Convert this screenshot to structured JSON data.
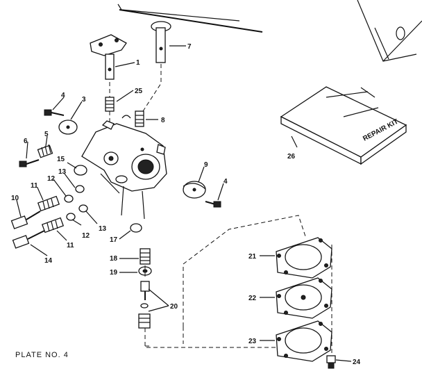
{
  "plate_label": "PLATE NO. 4",
  "kit_label": "REPAIR KIT",
  "callouts": {
    "c1": "1",
    "c3": "3",
    "c4a": "4",
    "c4b": "4",
    "c5": "5",
    "c6": "6",
    "c7": "7",
    "c8": "8",
    "c9": "9",
    "c10": "10",
    "c11a": "11",
    "c11b": "11",
    "c12a": "12",
    "c12b": "12",
    "c13a": "13",
    "c13b": "13",
    "c14": "14",
    "c15": "15",
    "c17": "17",
    "c18": "18",
    "c19": "19",
    "c20": "20",
    "c21": "21",
    "c22": "22",
    "c23": "23",
    "c24": "24",
    "c25": "25",
    "c26": "26"
  }
}
